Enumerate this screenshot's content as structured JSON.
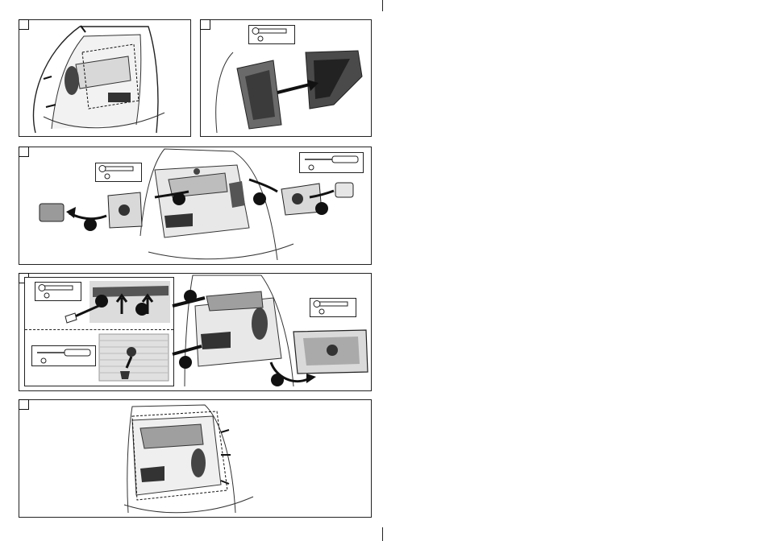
{
  "document": {
    "type": "installation-instruction-sheet",
    "steps": [
      {
        "id": "step-1",
        "number": "",
        "tools": []
      },
      {
        "id": "step-2",
        "number": "",
        "tools": [
          "socket-wrench"
        ]
      },
      {
        "id": "step-3",
        "number": "",
        "tools": [
          "socket-wrench",
          "screwdriver"
        ],
        "callouts": [
          "",
          "",
          "",
          ""
        ]
      },
      {
        "id": "step-4",
        "number": "",
        "tools": [
          "socket-wrench",
          "screwdriver",
          "socket-wrench"
        ],
        "callouts": [
          "",
          "",
          "",
          "",
          ""
        ]
      },
      {
        "id": "step-5",
        "number": "",
        "tools": []
      }
    ]
  },
  "colors": {
    "line": "#222222",
    "trim": "#9a9a9a",
    "dark": "#3a3a3a",
    "light": "#e6e6e6",
    "arrow": "#111111"
  },
  "icons": [
    "socket-wrench-icon",
    "screwdriver-icon",
    "bolt-icon",
    "push-clip-icon",
    "arrow-icon"
  ]
}
